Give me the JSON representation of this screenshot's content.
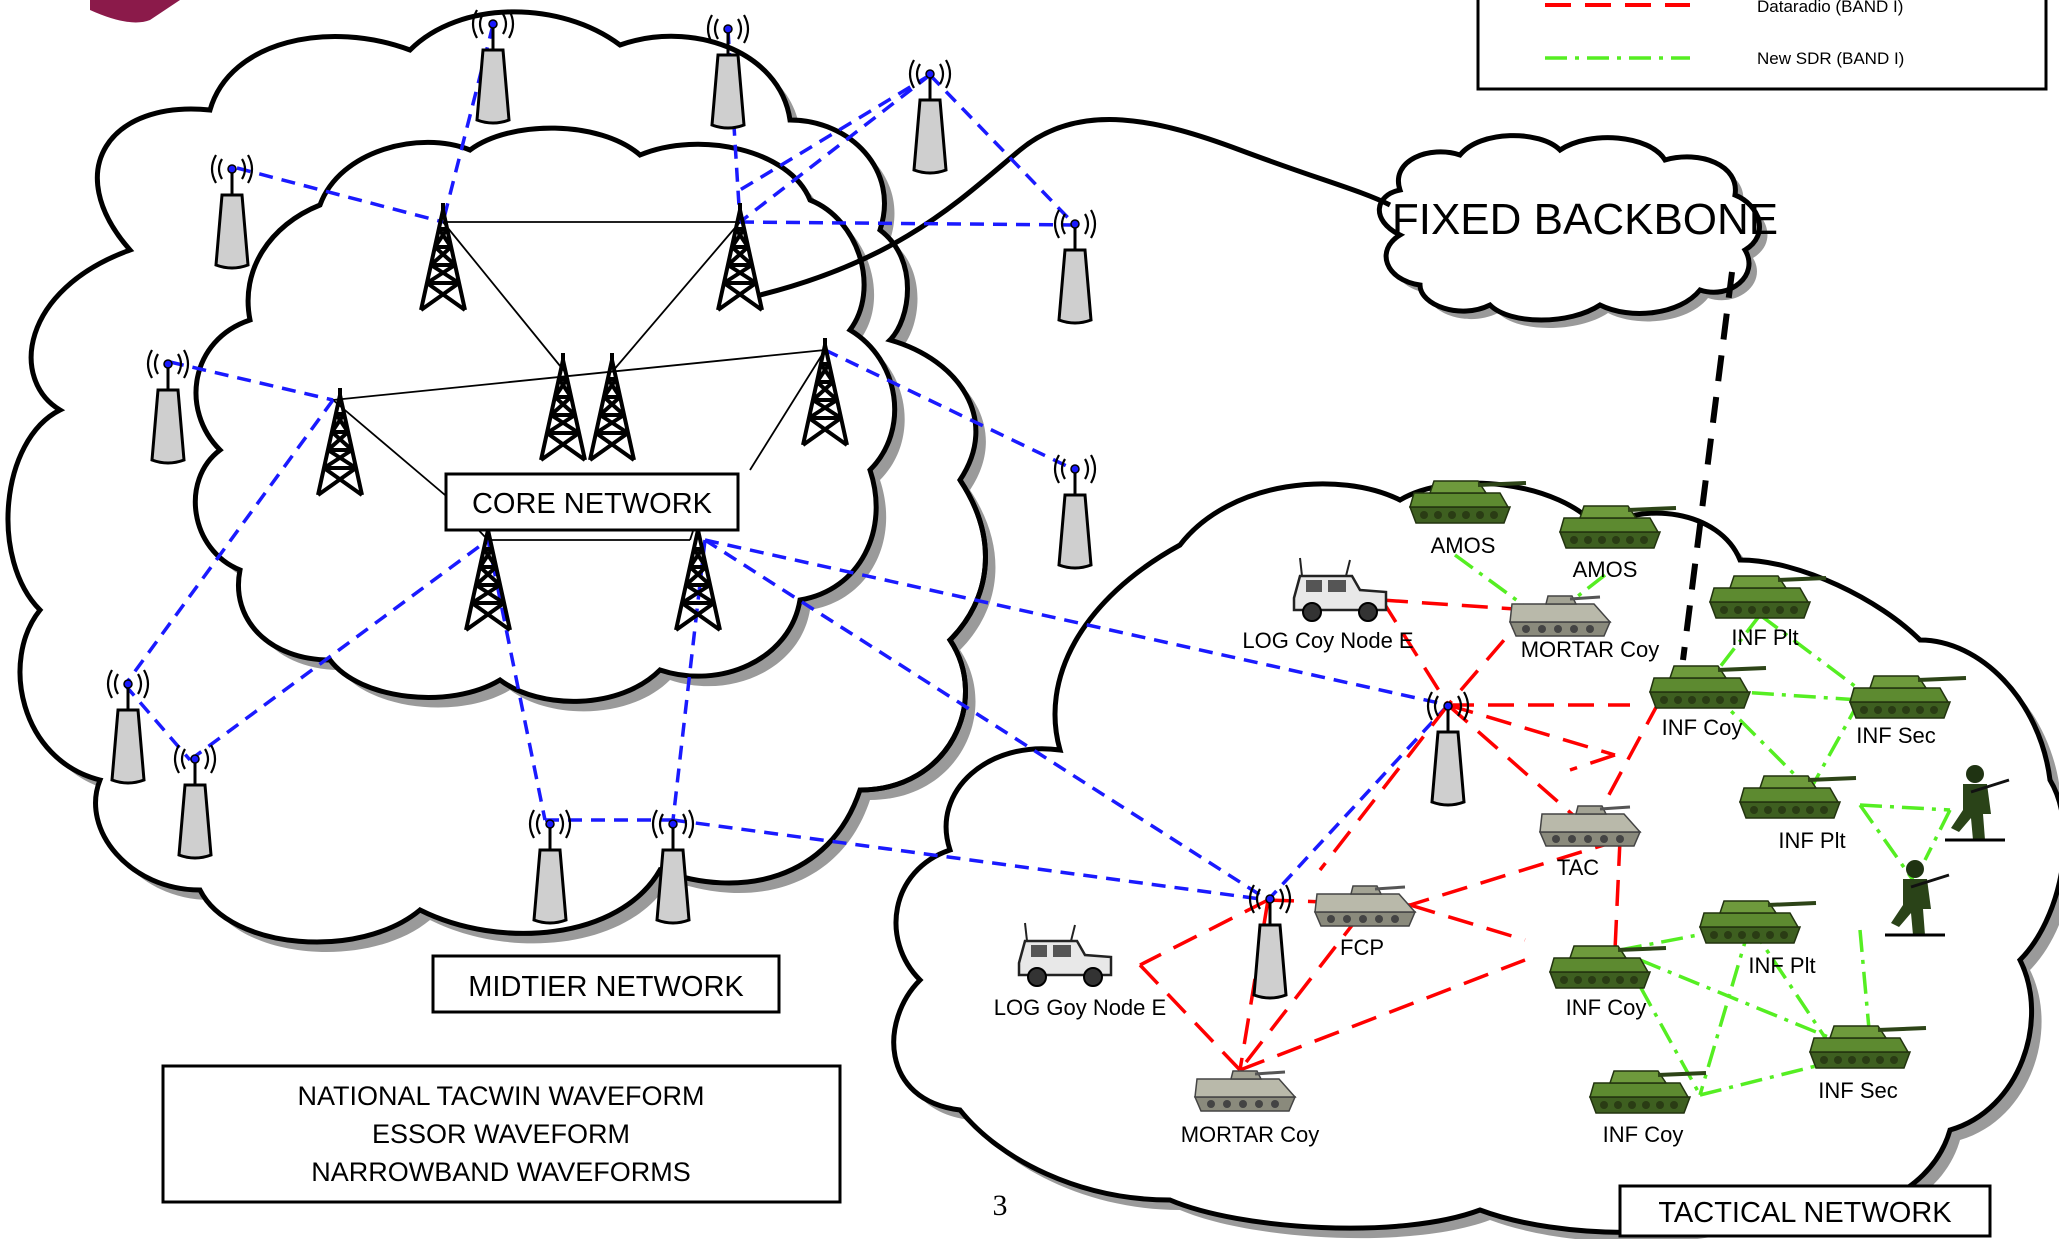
{
  "labels": {
    "core": "CORE NETWORK",
    "midtier": "MIDTIER NETWORK",
    "fixed": "FIXED BACKBONE",
    "tactical": "TACTICAL NETWORK",
    "waveforms": [
      "NATIONAL TACWIN WAVEFORM",
      "ESSOR WAVEFORM",
      "NARROWBAND WAVEFORMS"
    ],
    "page_number": "3"
  },
  "legend": [
    {
      "label": "Dataradio (BAND I)",
      "color": "#ff0000",
      "style": "long-dash"
    },
    {
      "label": "New SDR (BAND I)",
      "color": "#55ee22",
      "style": "dash-dot"
    }
  ],
  "units": [
    "AMOS",
    "AMOS",
    "LOG Coy Node E",
    "MORTAR Coy",
    "INF Plt",
    "INF Coy",
    "INF Sec",
    "INF Plt",
    "TAC",
    "FCP",
    "LOG Goy Node E",
    "INF Plt",
    "INF Coy",
    "INF Sec",
    "MORTAR Coy",
    "INF Coy"
  ],
  "colors": {
    "midtier_link": "#1a1aff",
    "dataradio_link": "#ff0000",
    "sdr_link": "#55ee22",
    "tank": "#4f7a2a",
    "brand": "#8b1a4a"
  }
}
